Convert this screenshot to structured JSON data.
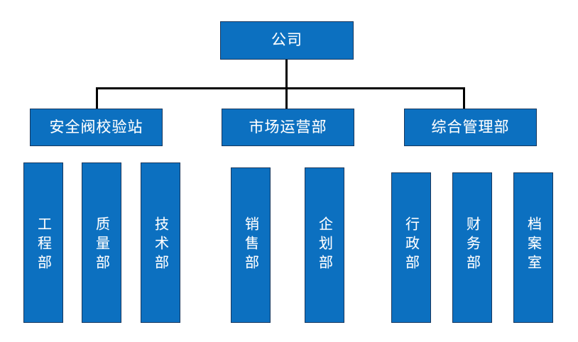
{
  "chart_data": {
    "type": "diagram",
    "subtype": "organization-chart",
    "title": "",
    "orientation": "top-down",
    "levels": 3,
    "style": {
      "node_fill": "#0c70c0",
      "node_border": "#17375e",
      "node_text_color": "#ffffff",
      "connector_color": "#000000",
      "background": "#ffffff"
    },
    "nodes": {
      "root": {
        "id": "company",
        "label": "公司",
        "level": 1
      },
      "level2": [
        {
          "id": "safety-valve-station",
          "label": "安全阀校验站",
          "level": 2
        },
        {
          "id": "market-operations",
          "label": "市场运营部",
          "level": 2
        },
        {
          "id": "general-management",
          "label": "综合管理部",
          "level": 2
        }
      ],
      "level3": [
        {
          "id": "engineering",
          "label": "工程部",
          "parent": "safety-valve-station",
          "level": 3
        },
        {
          "id": "quality",
          "label": "质量部",
          "parent": "safety-valve-station",
          "level": 3
        },
        {
          "id": "technology",
          "label": "技术部",
          "parent": "safety-valve-station",
          "level": 3
        },
        {
          "id": "sales",
          "label": "销售部",
          "parent": "market-operations",
          "level": 3
        },
        {
          "id": "planning",
          "label": "企划部",
          "parent": "market-operations",
          "level": 3
        },
        {
          "id": "administration",
          "label": "行政部",
          "parent": "general-management",
          "level": 3
        },
        {
          "id": "finance",
          "label": "财务部",
          "parent": "general-management",
          "level": 3
        },
        {
          "id": "archives",
          "label": "档案室",
          "parent": "general-management",
          "level": 3
        }
      ]
    },
    "edges": [
      {
        "from": "company",
        "to": "safety-valve-station"
      },
      {
        "from": "company",
        "to": "market-operations"
      },
      {
        "from": "company",
        "to": "general-management"
      }
    ]
  },
  "root": {
    "label": "公司"
  },
  "level2": [
    {
      "label": "安全阀校验站"
    },
    {
      "label": "市场运营部"
    },
    {
      "label": "综合管理部"
    }
  ],
  "level3": [
    {
      "label": "工程部"
    },
    {
      "label": "质量部"
    },
    {
      "label": "技术部"
    },
    {
      "label": "销售部"
    },
    {
      "label": "企划部"
    },
    {
      "label": "行政部"
    },
    {
      "label": "财务部"
    },
    {
      "label": "档案室"
    }
  ]
}
